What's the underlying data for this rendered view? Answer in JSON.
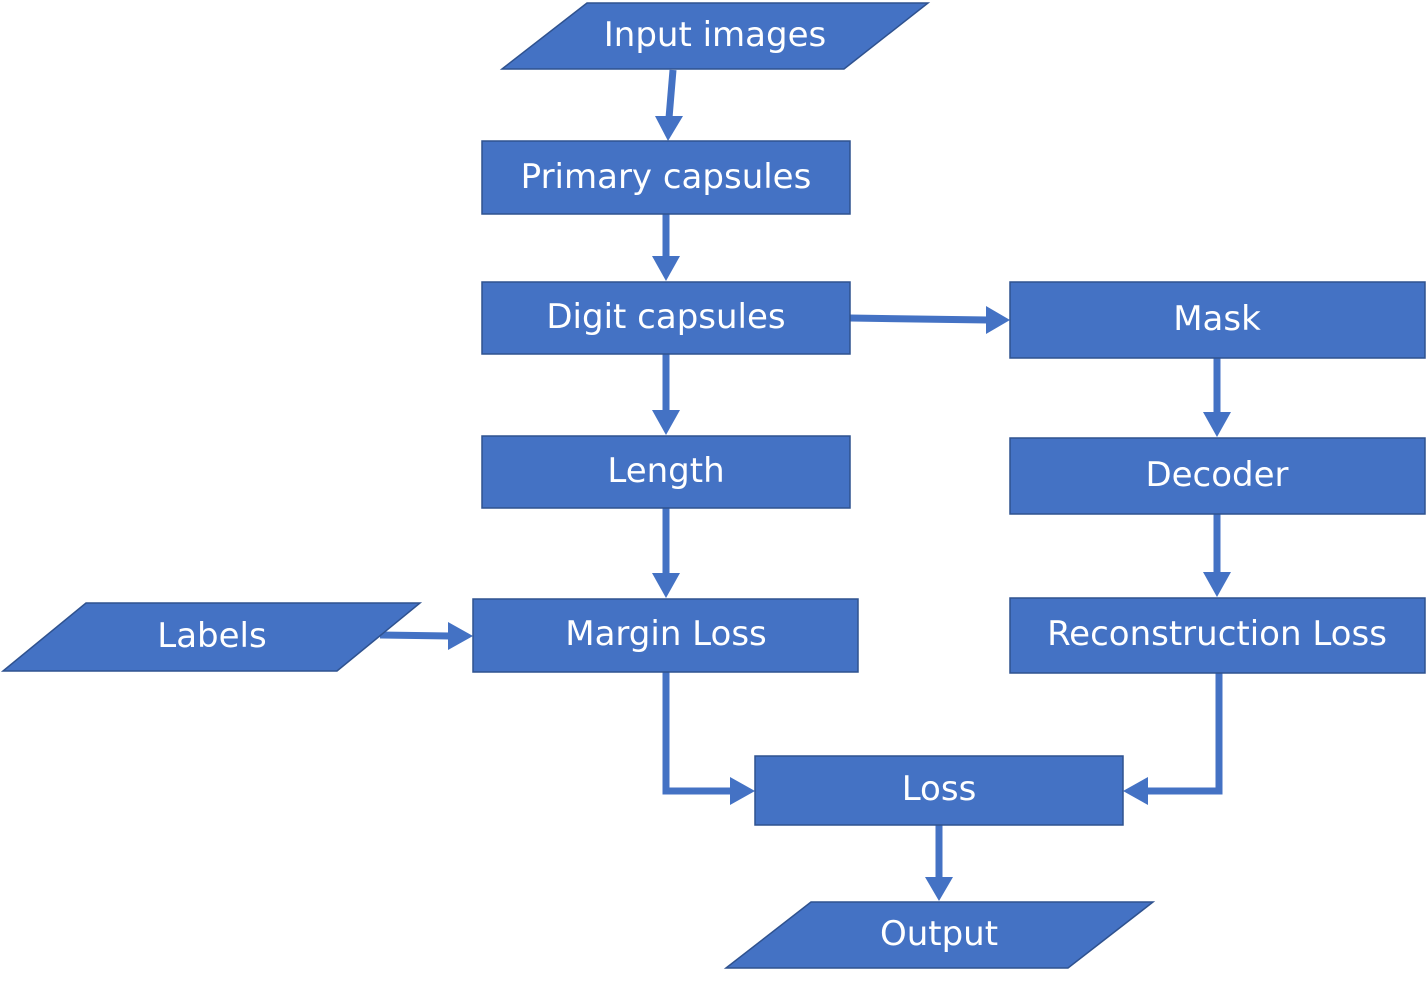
{
  "nodes": {
    "input_images": "Input images",
    "primary_capsules": "Primary capsules",
    "digit_capsules": "Digit capsules",
    "mask": "Mask",
    "length": "Length",
    "decoder": "Decoder",
    "labels": "Labels",
    "margin_loss": "Margin Loss",
    "reconstruction_loss": "Reconstruction Loss",
    "loss": "Loss",
    "output": "Output"
  },
  "edges": [
    {
      "from": "input_images",
      "to": "primary_capsules"
    },
    {
      "from": "primary_capsules",
      "to": "digit_capsules"
    },
    {
      "from": "digit_capsules",
      "to": "mask"
    },
    {
      "from": "digit_capsules",
      "to": "length"
    },
    {
      "from": "mask",
      "to": "decoder"
    },
    {
      "from": "length",
      "to": "margin_loss"
    },
    {
      "from": "decoder",
      "to": "reconstruction_loss"
    },
    {
      "from": "labels",
      "to": "margin_loss"
    },
    {
      "from": "margin_loss",
      "to": "loss"
    },
    {
      "from": "reconstruction_loss",
      "to": "loss"
    },
    {
      "from": "loss",
      "to": "output"
    }
  ],
  "colors": {
    "node_fill": "#4472c4",
    "node_stroke": "#2f528f",
    "edge": "#4472c4",
    "text": "#ffffff"
  }
}
